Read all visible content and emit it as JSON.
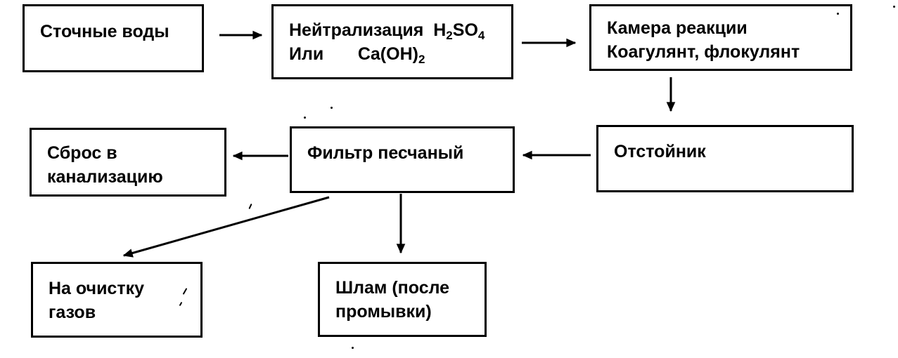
{
  "nodes": {
    "wastewater": {
      "line1": "Сточные воды"
    },
    "neutralization": {
      "line1_text": "Нейтрализация",
      "acid": {
        "a": "H",
        "a_sub": "2",
        "b": "SO",
        "b_sub": "4"
      },
      "line2_text": "Или",
      "base": {
        "a": "Ca(OH)",
        "a_sub": "2"
      }
    },
    "reaction_chamber": {
      "line1": "Камера реакции",
      "line2": "Коагулянт, флокулянт"
    },
    "settler": {
      "line1": "Отстойник"
    },
    "sand_filter": {
      "line1": "Фильтр песчаный"
    },
    "sewer_discharge": {
      "line1": "Сброс в",
      "line2": "канализацию"
    },
    "gas_cleaning": {
      "line1": "На очистку",
      "line2": "газов"
    },
    "sludge": {
      "line1": "Шлам (после",
      "line2": "промывки)"
    }
  },
  "edges": [
    {
      "from": "wastewater",
      "to": "neutralization"
    },
    {
      "from": "neutralization",
      "to": "reaction_chamber"
    },
    {
      "from": "reaction_chamber",
      "to": "settler"
    },
    {
      "from": "settler",
      "to": "sand_filter"
    },
    {
      "from": "sand_filter",
      "to": "sewer_discharge"
    },
    {
      "from": "sand_filter",
      "to": "gas_cleaning"
    },
    {
      "from": "sand_filter",
      "to": "sludge"
    }
  ]
}
